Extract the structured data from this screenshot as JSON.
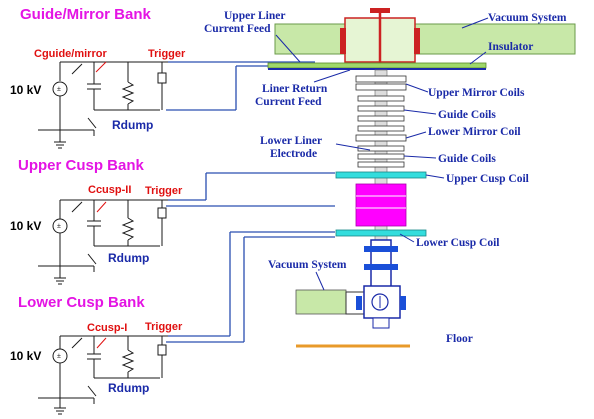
{
  "banks": [
    {
      "title": "Guide/Mirror Bank",
      "capacitor": "Cguide/mirror",
      "trigger": "Trigger",
      "voltage": "10 kV",
      "dump": "Rdump"
    },
    {
      "title": "Upper Cusp Bank",
      "capacitor": "Ccusp-II",
      "trigger": "Trigger",
      "voltage": "10 kV",
      "dump": "Rdump"
    },
    {
      "title": "Lower Cusp Bank",
      "capacitor": "Ccusp-I",
      "trigger": "Trigger",
      "voltage": "10 kV",
      "dump": "Rdump"
    }
  ],
  "labels": {
    "upper_liner_feed_1": "Upper Liner",
    "upper_liner_feed_2": "Current Feed",
    "vacuum_system_top": "Vacuum System",
    "insulator": "Insulator",
    "liner_return_1": "Liner Return",
    "liner_return_2": "Current Feed",
    "upper_mirror_coils": "Upper Mirror Coils",
    "guide_coils_1": "Guide Coils",
    "lower_liner_1": "Lower Liner",
    "lower_liner_2": "Electrode",
    "lower_mirror_coil": "Lower Mirror Coil",
    "guide_coils_2": "Guide Coils",
    "upper_cusp_coil": "Upper Cusp Coil",
    "lower_cusp_coil": "Lower Cusp Coil",
    "vacuum_system_bottom": "Vacuum System",
    "floor": "Floor"
  },
  "colors": {
    "bank_title": "#e414e4",
    "capacitor_label": "#e01010",
    "component_label": "#1a2aa8",
    "wire": "#2a4fb0",
    "cusp_column": "#ff00ff",
    "coil_cyan": "#33dddd",
    "vacuum_green": "#c8e8a8",
    "insulator_bar": "#9fd86a",
    "floor": "#e89a2a"
  }
}
